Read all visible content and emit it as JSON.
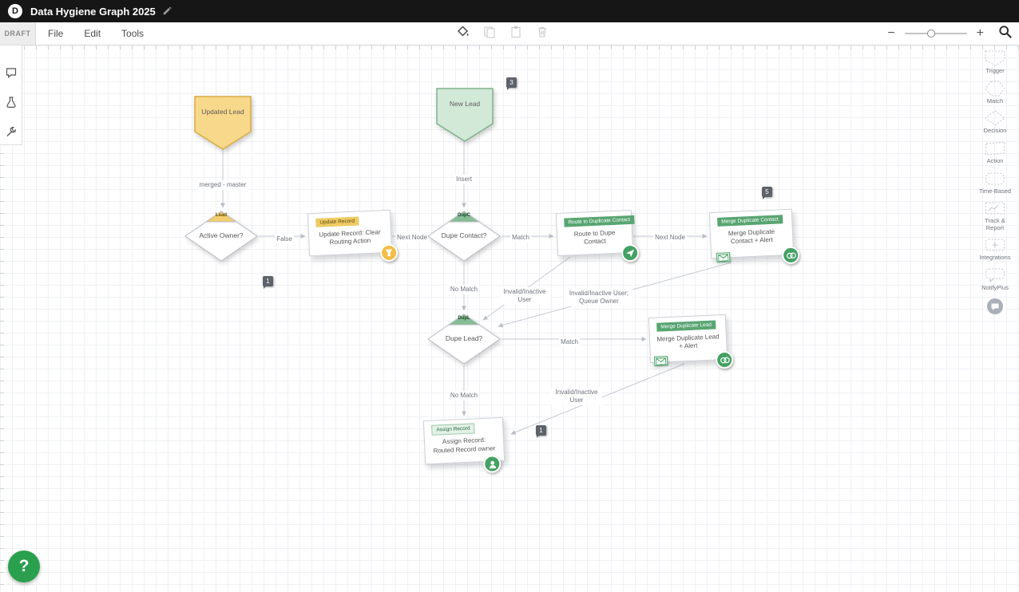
{
  "titlebar": {
    "logo": "D",
    "title": "Data Hygiene Graph 2025",
    "icons": [
      "pencil-icon"
    ]
  },
  "toolbar": {
    "status": "DRAFT",
    "menus": [
      "File",
      "Edit",
      "Tools"
    ],
    "icons": [
      "fill-icon",
      "copy-icon",
      "paste-icon",
      "trash-icon",
      "search-icon"
    ],
    "zoom_out_label": "−",
    "zoom_in_label": "+"
  },
  "left_tools": {
    "icons": [
      "comment-icon",
      "flask-icon",
      "wrench-icon"
    ]
  },
  "palette": {
    "items": [
      {
        "label": "Trigger"
      },
      {
        "label": "Match"
      },
      {
        "label": "Decision"
      },
      {
        "label": "Action"
      },
      {
        "label": "Time-Based"
      },
      {
        "label": "Track & Report"
      },
      {
        "label": "Integrations"
      },
      {
        "label": "NotifyPlus"
      }
    ],
    "chat_icon": "chat-bubble-icon"
  },
  "canvas": {
    "triggers": [
      {
        "label": "Updated Lead"
      },
      {
        "label": "New Lead"
      }
    ],
    "decisions": [
      {
        "tag": "Lead",
        "label": "Active Owner?"
      },
      {
        "tag": "DupC",
        "label": "Dupe Contact?"
      },
      {
        "tag": "DupL",
        "label": "Dupe Lead?"
      }
    ],
    "actions": [
      {
        "header": "Update Record",
        "body": "Update Record: Clear Routing Action"
      },
      {
        "header": "Route to Duplicate Contact",
        "body": "Route to Dupe Contact"
      },
      {
        "header": "Merge Duplicate Contact",
        "body": "Merge Duplicate Contact + Alert"
      },
      {
        "header": "Merge Duplicate Lead",
        "body": "Merge Duplicate Lead + Alert"
      },
      {
        "header": "Assign Record",
        "body": "Assign Record: Routed Record owner"
      }
    ],
    "edge_labels": [
      "merged - master",
      "False",
      "Next Node",
      "Insert",
      "Match",
      "Next Node",
      "No Match",
      "Invalid/Inactive User",
      "Invalid/Inactive User; Queue Owner",
      "Match",
      "No Match",
      "Invalid/Inactive User"
    ],
    "badges": [
      "3",
      "5",
      "1",
      "1"
    ]
  },
  "help": {
    "label": "?"
  },
  "colors": {
    "trigger_yellow": "#f8d88a",
    "trigger_green": "#d2e9d8",
    "action_green": "#58a572",
    "header_yellow": "#eecb63",
    "accent_green": "#2aa04e",
    "edge_gray": "#c6cad1",
    "badge_gray": "#5d626b"
  }
}
